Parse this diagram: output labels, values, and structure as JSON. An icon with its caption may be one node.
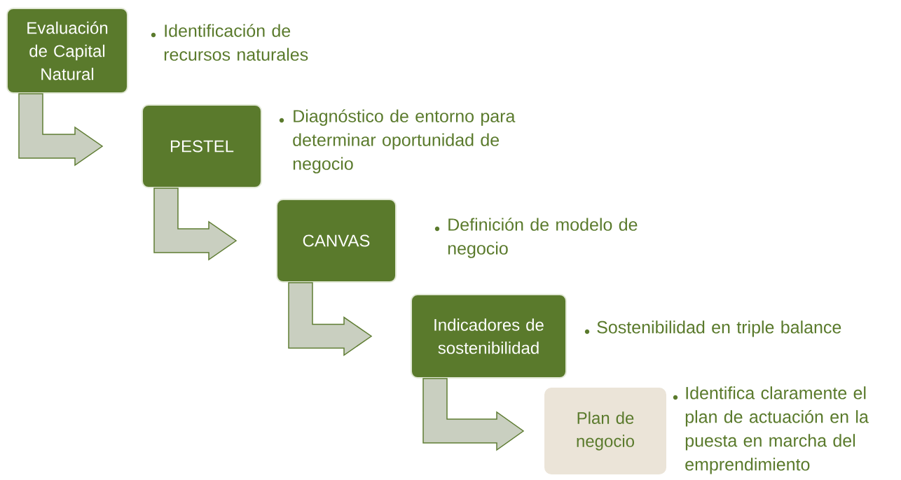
{
  "diagram": {
    "nodes": [
      {
        "text": [
          "Evaluación de Capital Natural"
        ],
        "beside": [
          "Identificación de recursos naturales"
        ]
      },
      {
        "text": [
          "PESTEL"
        ],
        "beside": [
          "Diagnóstico de entorno para determinar oportunidad de negocio"
        ]
      },
      {
        "text": [
          "CANVAS"
        ],
        "beside": [
          "Definición de modelo de negocio"
        ]
      },
      {
        "text": [
          "Indicadores de sostenibilidad"
        ],
        "beside": [
          "Sostenibilidad en triple balance"
        ]
      },
      {
        "text": [
          "Plan de negocio"
        ],
        "beside": [
          "Identifica claramente el plan de actuación en la puesta en marcha del emprendimiento"
        ]
      }
    ],
    "edges": [
      {
        "from": 0,
        "to": 1,
        "arrow": "to"
      },
      {
        "from": 1,
        "to": 2,
        "arrow": "to"
      },
      {
        "from": 2,
        "to": 3,
        "arrow": "to"
      },
      {
        "from": 3,
        "to": 4,
        "arrow": "to"
      }
    ]
  }
}
